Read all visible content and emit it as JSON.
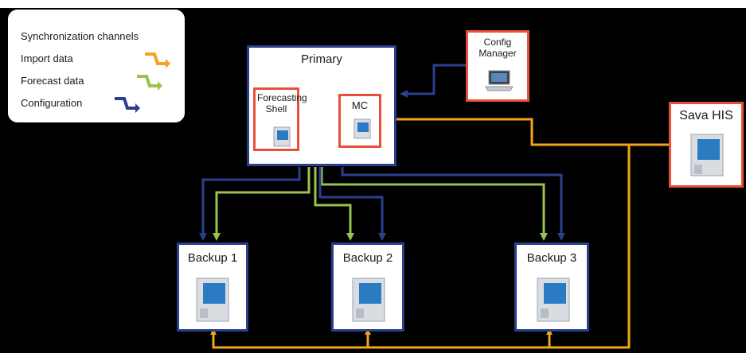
{
  "legend": {
    "title": "Synchronization channels",
    "items": [
      {
        "label": "Import data",
        "color": "#f2a51a"
      },
      {
        "label": "Forecast data",
        "color": "#9ac24e"
      },
      {
        "label": "Configuration",
        "color": "#2b3f8f"
      }
    ]
  },
  "nodes": {
    "primary": "Primary",
    "forecasting_shell": "Forecasting Shell",
    "mc": "MC",
    "config_manager": "Config Manager",
    "sava_his": "Sava HIS",
    "backup1": "Backup 1",
    "backup2": "Backup 2",
    "backup3": "Backup 3"
  },
  "colors": {
    "import": "#f2a51a",
    "forecast": "#9ac24e",
    "config": "#2b3f8f",
    "box_border": "#2b3f8f",
    "highlight_border": "#e8503a",
    "background": "#000000"
  }
}
